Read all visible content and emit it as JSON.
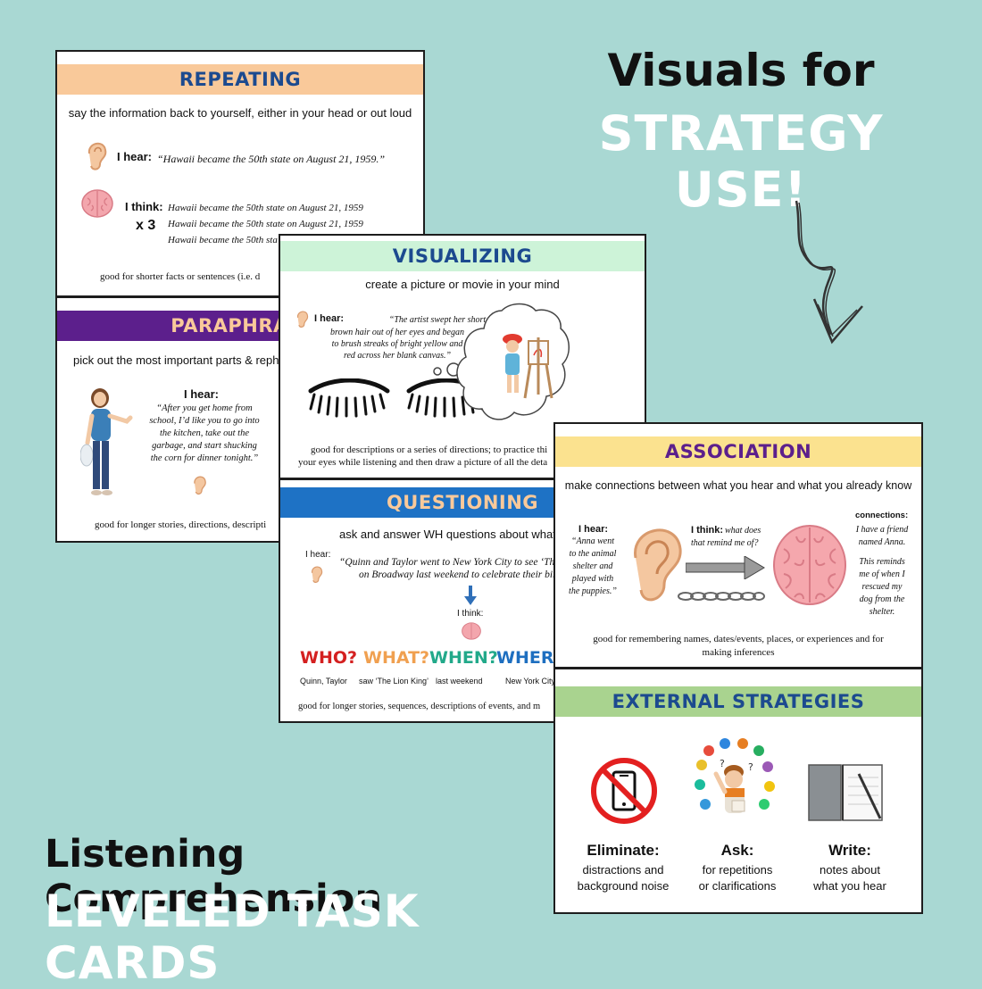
{
  "hero": {
    "title_line1": "Visuals for",
    "title_line2": "STRATEGY USE!",
    "footer_line1": "Listening Comprehension",
    "footer_line2": "LEVELED TASK CARDS"
  },
  "card1": {
    "repeating": {
      "title": "REPEATING",
      "desc": "say the information back to yourself, either in your head or out loud",
      "i_hear": "I hear:",
      "hear_quote": "“Hawaii became the 50th state on August 21, 1959.”",
      "i_think": "I think:",
      "times": "x 3",
      "think_lines": [
        "Hawaii became the 50th state on August 21, 1959",
        "Hawaii became the 50th state on August 21, 1959",
        "Hawaii became the 50th sta"
      ],
      "good_for": "good for shorter facts or sentences (i.e. d"
    },
    "paraphrasing": {
      "title": "PARAPHRASI",
      "desc": "pick out the most important parts & rephra",
      "i_hear": "I hear:",
      "quote_lines": [
        "“After you get home from",
        "school, I’d like you to go into",
        "the kitchen, take out the",
        "garbage, and start shucking",
        "the corn for dinner tonight.”"
      ],
      "good_for": "good for longer stories, directions, descripti"
    }
  },
  "card2": {
    "visualizing": {
      "title": "VISUALIZING",
      "desc": "create a picture or movie in your mind",
      "i_hear": "I hear:",
      "quote_lines": [
        "“The artist swept her short",
        "brown hair out of her eyes and began",
        "to brush streaks of bright yellow and",
        "red across her blank canvas.”"
      ],
      "good_for_lines": [
        "good for descriptions or a series of directions; to practice thi",
        "your eyes while listening and then draw a picture of all the deta"
      ]
    },
    "questioning": {
      "title": "QUESTIONING",
      "desc": "ask and answer WH questions about what yo",
      "i_hear": "I hear:",
      "quote_lines": [
        "“Quinn and Taylor went to New York City to see ‘Th",
        "on Broadway last weekend to celebrate their bir"
      ],
      "i_think": "I think:",
      "wh": [
        {
          "q": "WHO?",
          "a": "Quinn, Taylor",
          "color": "#d42020"
        },
        {
          "q": "WHAT?",
          "a": "saw ‘The Lion King’",
          "color": "#f0a050"
        },
        {
          "q": "WHEN?",
          "a": "last weekend",
          "color": "#22a98a"
        },
        {
          "q": "WHERE",
          "a": "New York City",
          "color": "#1e6fc0"
        }
      ],
      "good_for": "good for longer stories, sequences, descriptions of events, and m"
    }
  },
  "card3": {
    "association": {
      "title": "ASSOCIATION",
      "desc": "make connections between what you hear and what you already know",
      "i_hear": "I hear:",
      "hear_lines": [
        "“Anna went",
        "to the animal",
        "shelter and",
        "played with",
        "the puppies.”"
      ],
      "i_think": "I think:",
      "think_tail": "what does",
      "think_line2": "that remind me of?",
      "connections_label": "connections:",
      "conn1_lines": [
        "I have a friend",
        "named Anna."
      ],
      "conn2_lines": [
        "This reminds",
        "me of when I",
        "rescued my",
        "dog from the",
        "shelter."
      ],
      "good_for_lines": [
        "good for remembering names, dates/events, places, or experiences and for",
        "making inferences"
      ]
    },
    "external": {
      "title": "EXTERNAL STRATEGIES",
      "items": [
        {
          "title": "Eliminate:",
          "line1": "distractions and",
          "line2": "background noise"
        },
        {
          "title": "Ask:",
          "line1": "for repetitions",
          "line2": "or clarifications"
        },
        {
          "title": "Write:",
          "line1": "notes about",
          "line2": "what you hear"
        }
      ]
    }
  },
  "colors": {
    "background": "#a9d8d3",
    "repeating_band": "#f9c99a",
    "paraphrasing_band": "#5c1f8c",
    "visualizing_band": "#cdf3d8",
    "questioning_band": "#1e72c5",
    "association_band": "#fbe28f",
    "external_band": "#a9d38f",
    "title_blue": "#1c4a8f"
  }
}
